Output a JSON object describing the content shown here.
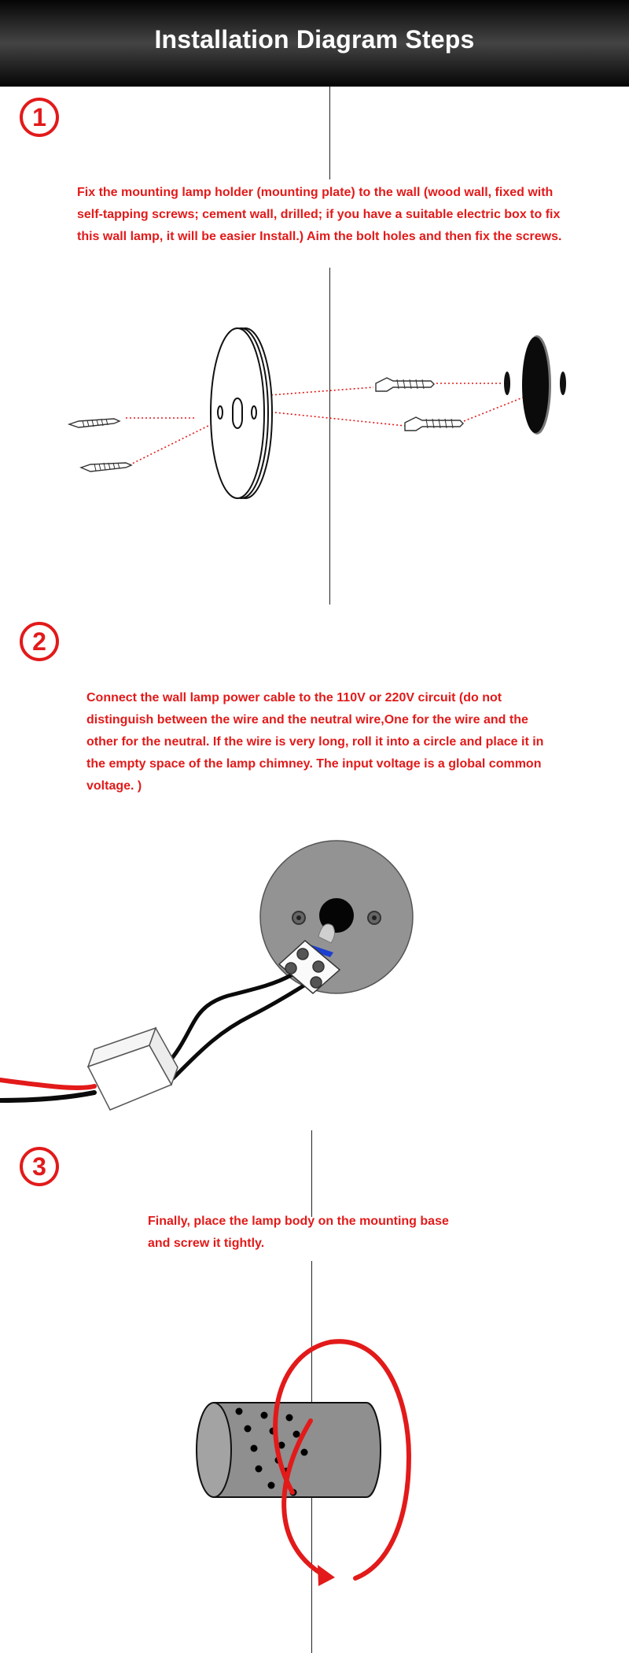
{
  "header": {
    "title": "Installation Diagram Steps"
  },
  "steps": [
    {
      "number": "1",
      "text": "Fix the mounting lamp holder (mounting plate) to the wall (wood wall, fixed with self-tapping screws; cement wall, drilled; if you have a suitable electric box to fix this wall lamp, it will be easier Install.) Aim the bolt holes and then fix the screws."
    },
    {
      "number": "2",
      "text": "Connect the wall lamp power cable to the 110V or 220V circuit (do not distinguish between the wire and the neutral wire,One for the wire and the other for the neutral. If the wire is very long, roll it into a circle and place it in the empty space of the lamp chimney. The input voltage is a global common voltage. )"
    },
    {
      "number": "3",
      "text": "Finally, place the lamp body on the mounting base and screw it tightly."
    }
  ],
  "colors": {
    "accent": "#e21a1a",
    "header_bg": "#1a1a1a"
  }
}
